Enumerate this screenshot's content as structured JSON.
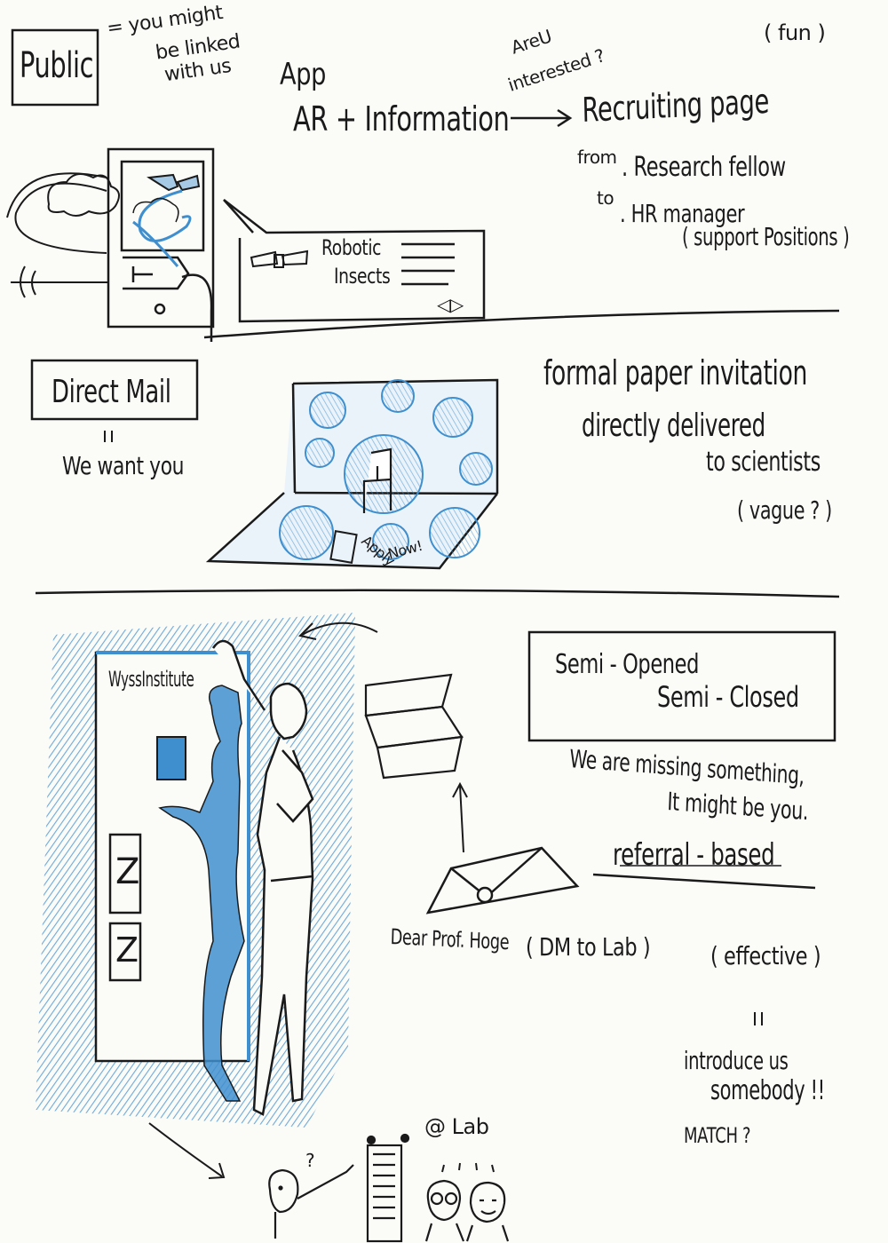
{
  "section_public": {
    "box_label": "Public",
    "equals_note_1": "= you might",
    "equals_note_2": "be linked",
    "equals_note_3": "with us",
    "fun": "( fun )",
    "app": "App",
    "ar_info": "AR + Information",
    "are_u_1": "AreU",
    "are_u_2": "interested ?",
    "recruiting_page": "Recruiting page",
    "from": "from",
    "from_item": ". Research fellow",
    "to": "to",
    "to_item": ". HR manager",
    "support": "( support Positions )",
    "popup_title_1": "Robotic",
    "popup_title_2": "Insects",
    "popup_nav": "◁▷"
  },
  "section_direct_mail": {
    "box_label": "Direct Mail",
    "equals": "II",
    "we_want_you": "We want you",
    "formal": "formal paper invitation",
    "directly": "directly delivered",
    "to_scientists": "to scientists",
    "vague": "( vague ? )",
    "apply_now_1": "Apply",
    "apply_now_2": "Now!"
  },
  "section_semi": {
    "box_label_1": "Semi - Opened",
    "box_label_2": "Semi - Closed",
    "missing_1": "We are missing something,",
    "missing_2": "It might be you.",
    "referral": "referral - based",
    "dear_prof": "Dear Prof. Hoge",
    "dm_to_lab": "( DM to Lab )",
    "effective": "( effective )",
    "equals": "II",
    "introduce_1": "introduce us",
    "introduce_2": "somebody !!",
    "match": "MATCH ?",
    "at_lab": "@ Lab",
    "wyss": "WyssInstitute",
    "z1": "Z",
    "z2": "Z",
    "question": "?"
  },
  "colors": {
    "ink": "#1a1a1a",
    "pencil_blue": "#3f8fcf",
    "paper": "#fbfbf8"
  }
}
